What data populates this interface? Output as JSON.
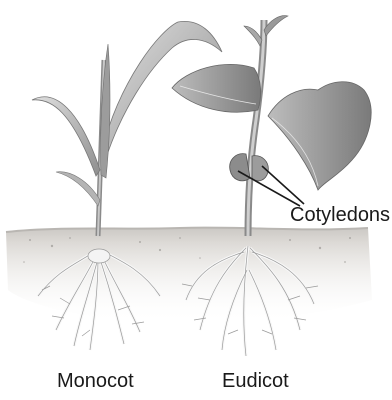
{
  "labels": {
    "cotyledons": "Cotyledons",
    "monocot": "Monocot",
    "eudicot": "Eudicot"
  },
  "colors": {
    "soil": "#d9d6d2",
    "soil_speckle": "#8a8784",
    "leaf_light": "#cfcfcf",
    "leaf_mid": "#a9a9a9",
    "leaf_dark": "#6f6f6f",
    "root": "#f5f5f5",
    "root_edge": "#8c8c8c",
    "pointer_line": "#1a1a1a"
  }
}
